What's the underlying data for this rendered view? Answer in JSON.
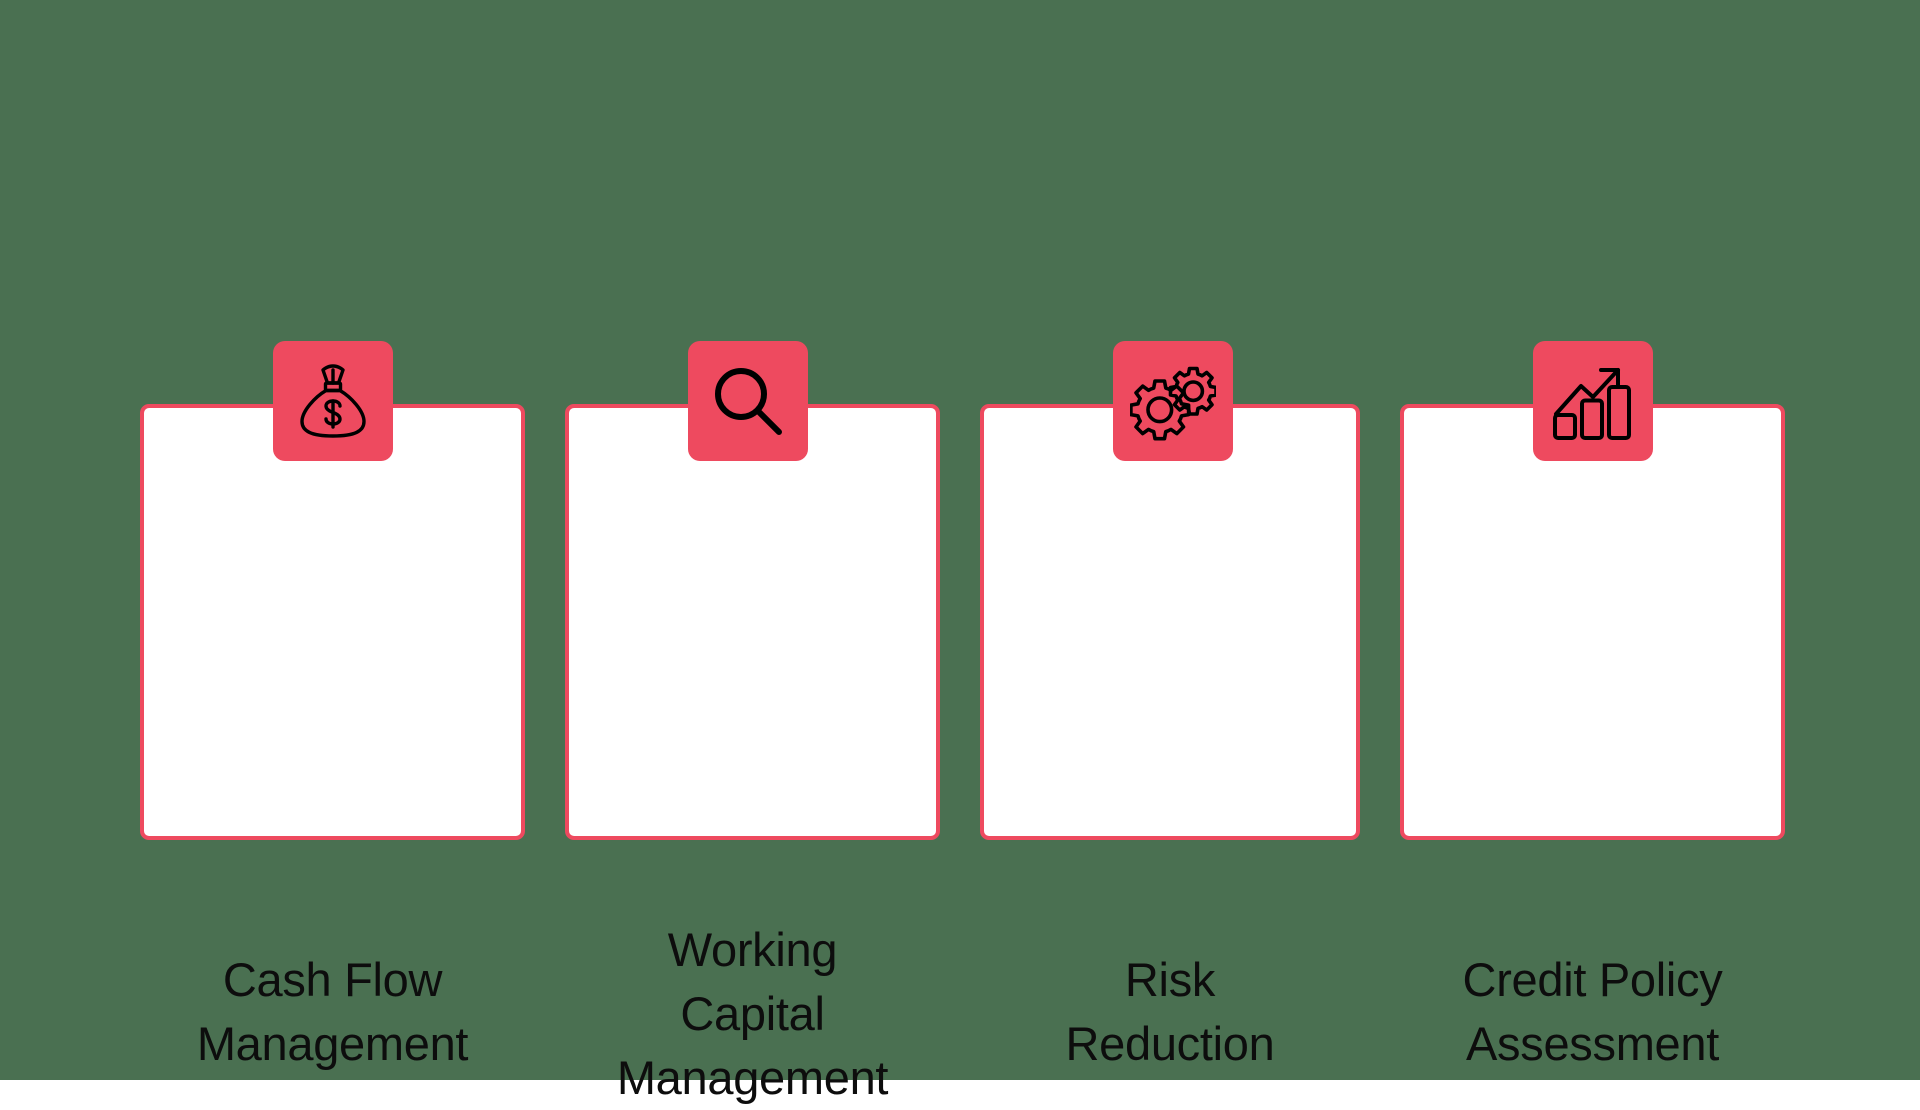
{
  "canvas": {
    "background_color": "#4a7051",
    "accent_color": "#ee4a5f",
    "card_fill_color": "#ffffff",
    "text_color": "#0d0d0d"
  },
  "cards": [
    {
      "id": "cash-flow-management",
      "title": "Cash Flow\nManagement",
      "icon": "money-bag-icon"
    },
    {
      "id": "working-capital-management",
      "title": "Working\nCapital\nManagement",
      "icon": "magnifier-icon"
    },
    {
      "id": "risk-reduction",
      "title": "Risk\nReduction",
      "icon": "gears-icon"
    },
    {
      "id": "credit-policy-assessment",
      "title": "Credit Policy\nAssessment",
      "icon": "bar-chart-growth-icon"
    }
  ]
}
